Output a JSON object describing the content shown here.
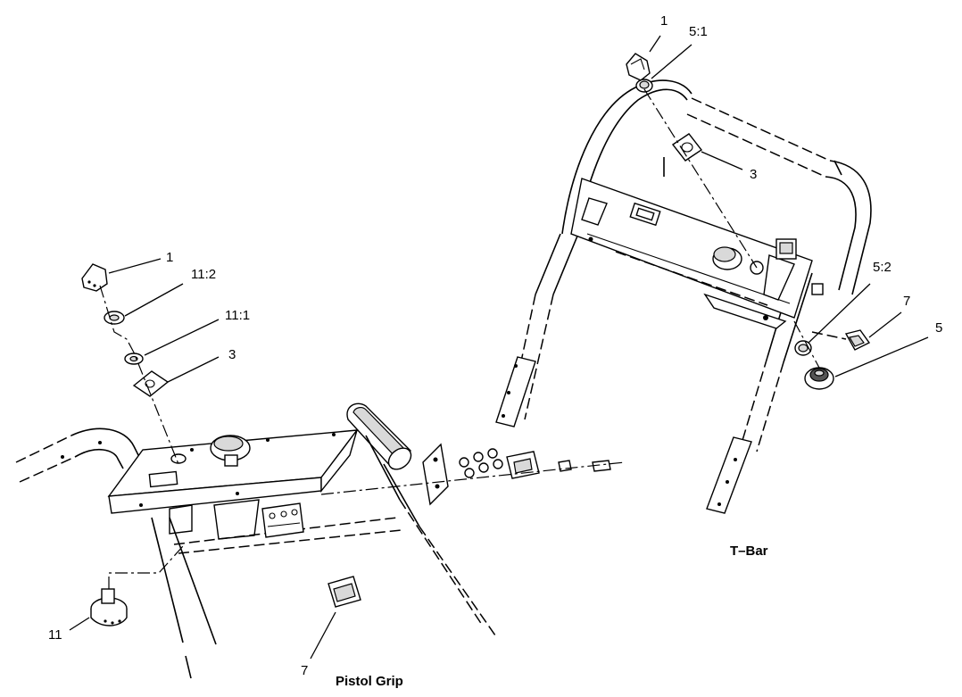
{
  "callouts": {
    "tbar_1": "1",
    "tbar_5_1": "5:1",
    "tbar_3": "3",
    "tbar_5_2": "5:2",
    "tbar_7": "7",
    "tbar_5": "5",
    "pg_1": "1",
    "pg_11_2": "11:2",
    "pg_11_1": "11:1",
    "pg_3": "3",
    "pg_11": "11",
    "pg_7": "7"
  },
  "captions": {
    "tbar": "T–Bar",
    "pistol_grip": "Pistol Grip"
  }
}
